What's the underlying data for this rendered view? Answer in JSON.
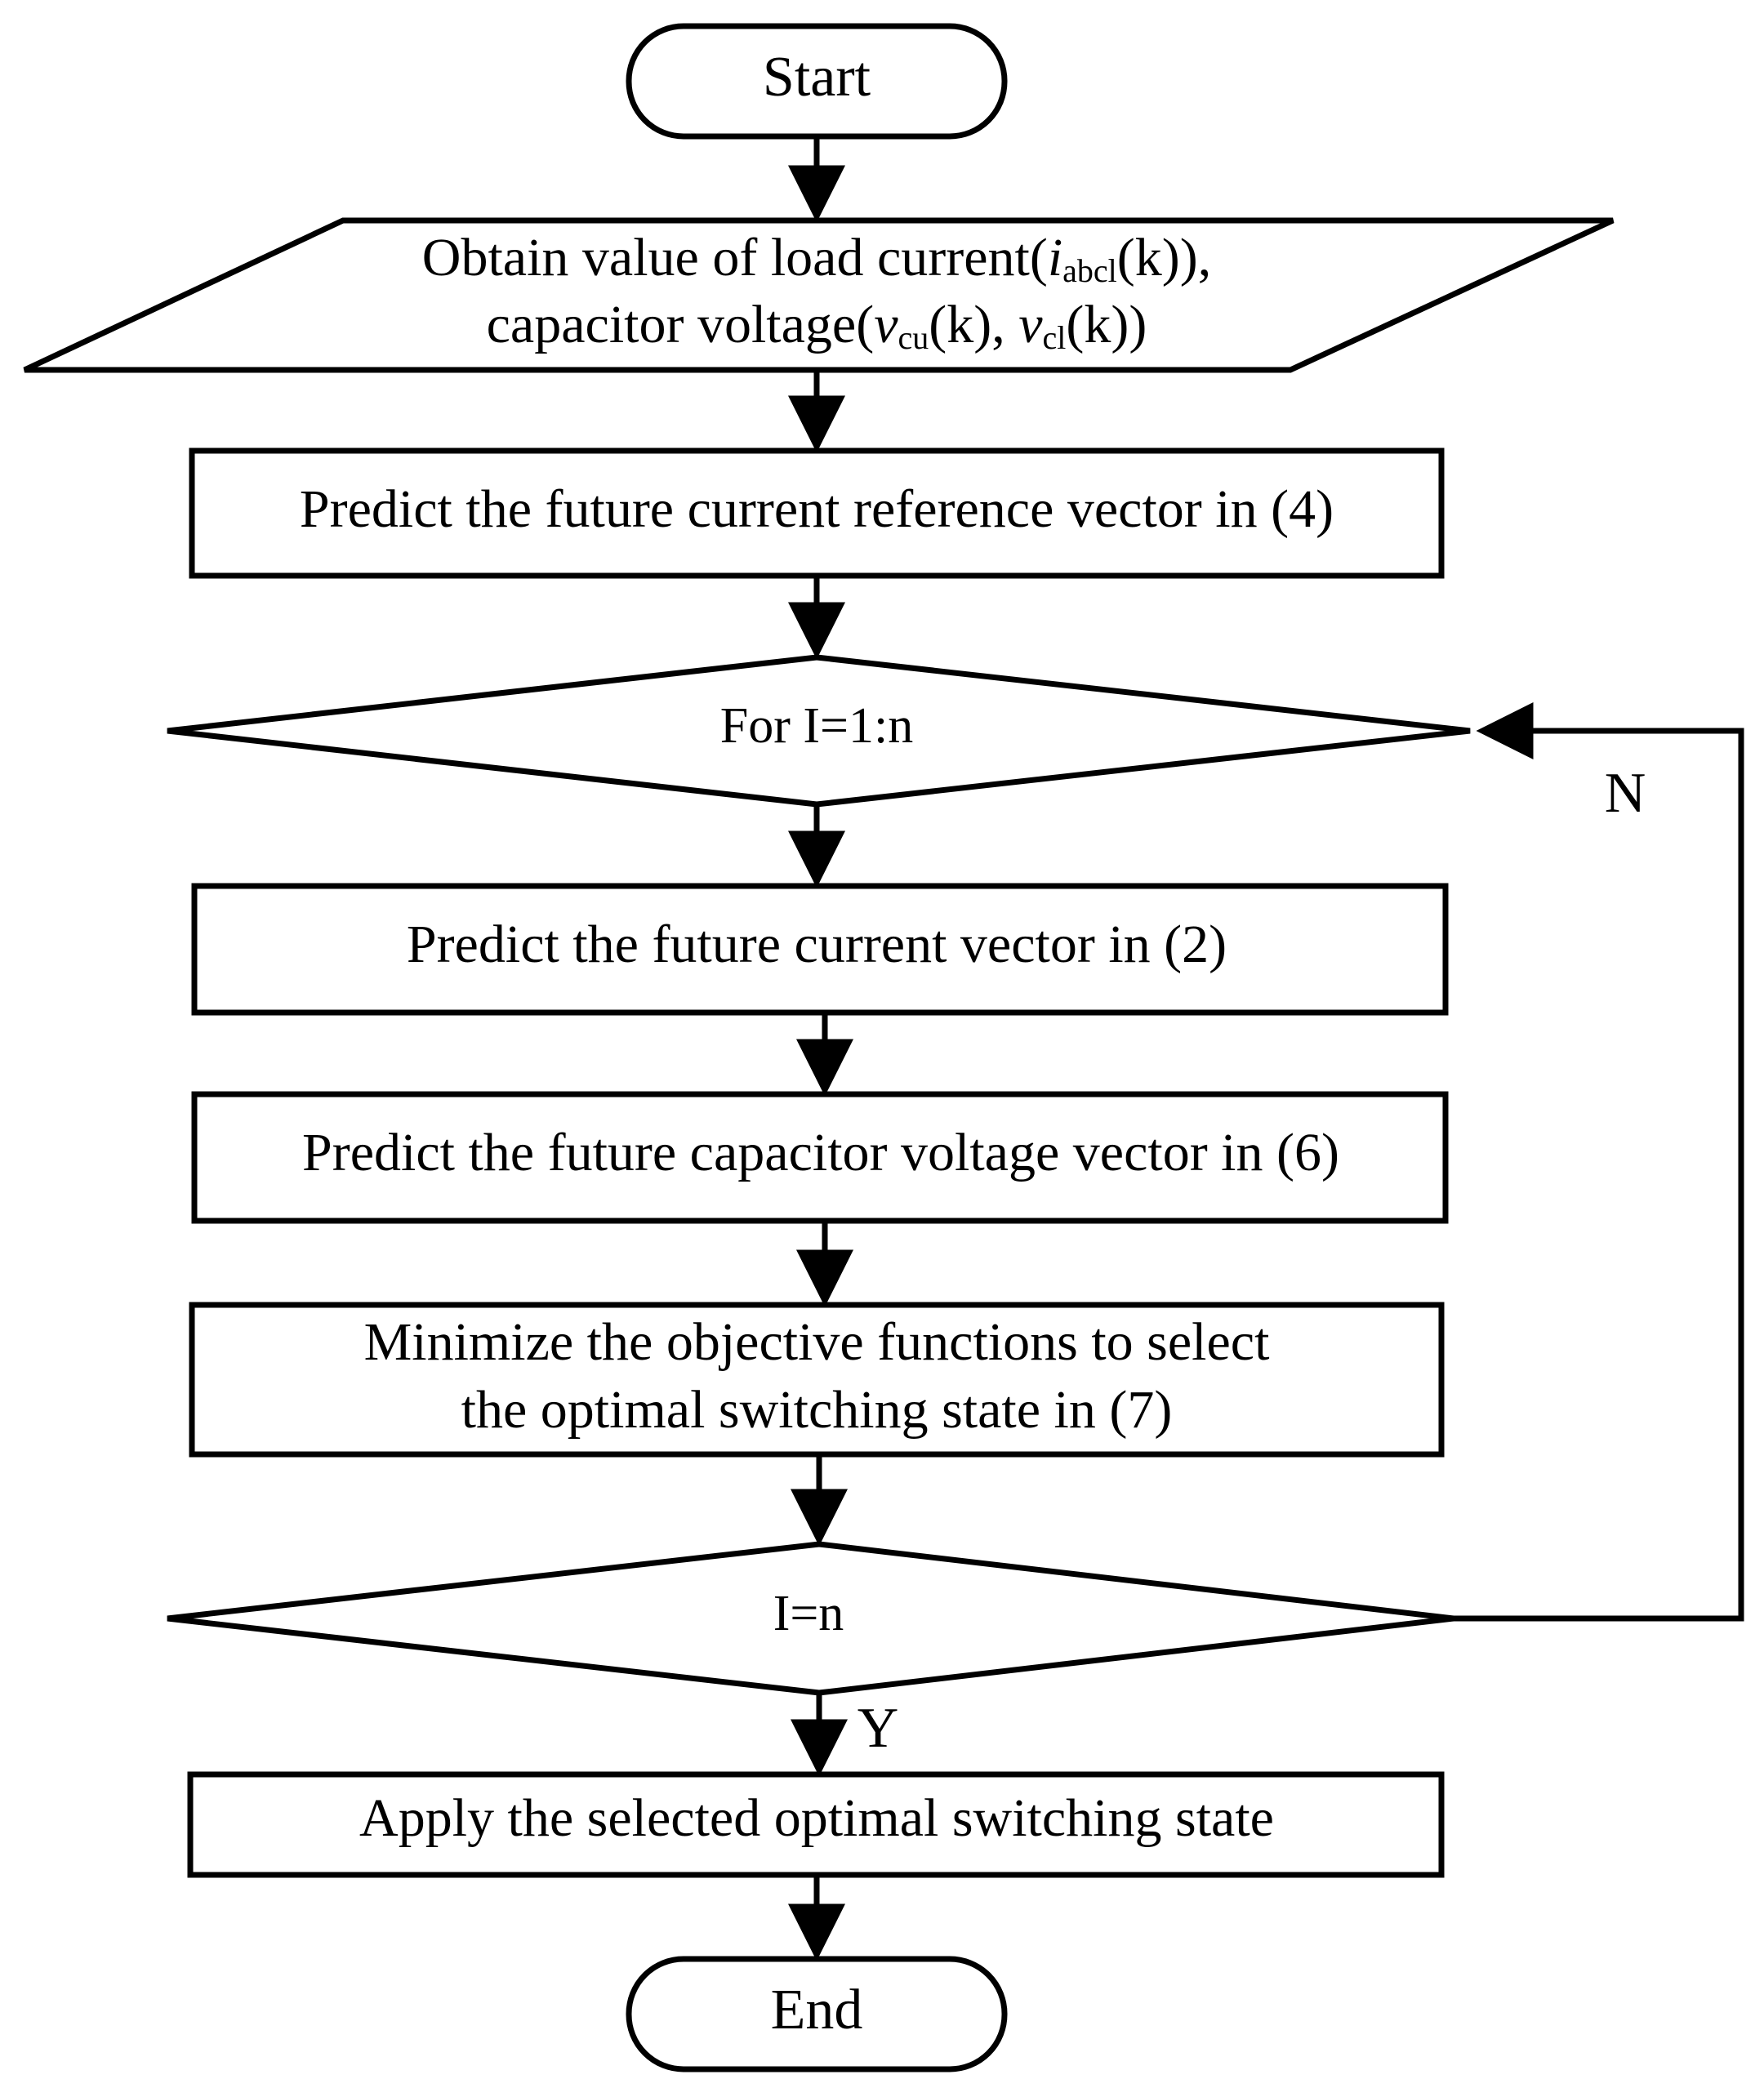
{
  "start": {
    "label": "Start"
  },
  "input": {
    "line1_prefix": "Obtain value of load current(",
    "line1_var": "i",
    "line1_sub": "abcl",
    "line1_suffix": "(k)),",
    "line2_prefix": "capacitor voltage(",
    "line2_var1": "v",
    "line2_sub1": "cu",
    "line2_mid": "(k), ",
    "line2_var2": "v",
    "line2_sub2": "cl",
    "line2_suffix": "(k))"
  },
  "step_reference": {
    "label": "Predict the future current reference vector in (4)"
  },
  "loop_decision": {
    "label": "For I=1:n"
  },
  "step_current": {
    "label": "Predict the future current vector in (2)"
  },
  "step_voltage": {
    "label": "Predict the future capacitor voltage vector in (6)"
  },
  "step_minimize": {
    "line1": "Minimize the objective functions to select",
    "line2": "the optimal switching state in (7)"
  },
  "end_decision": {
    "label": "I=n"
  },
  "branch_no": {
    "label": "N"
  },
  "branch_yes": {
    "label": "Y"
  },
  "step_apply": {
    "label": "Apply the selected optimal switching state"
  },
  "end": {
    "label": "End"
  }
}
